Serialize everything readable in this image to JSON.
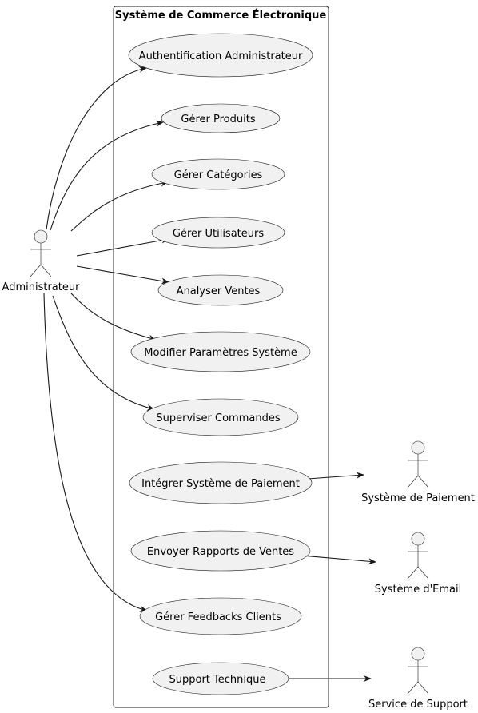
{
  "system": {
    "title": "Système de Commerce Électronique"
  },
  "actors": {
    "admin": "Administrateur",
    "payment": "Système de Paiement",
    "email": "Système d'Email",
    "support": "Service de Support"
  },
  "use_cases": [
    "Authentification Administrateur",
    "Gérer Produits",
    "Gérer Catégories",
    "Gérer Utilisateurs",
    "Analyser Ventes",
    "Modifier Paramètres Système",
    "Superviser Commandes",
    "Intégrer Système de Paiement",
    "Envoyer Rapports de Ventes",
    "Gérer Feedbacks Clients",
    "Support Technique"
  ],
  "colors": {
    "line": "#181818",
    "fill": "#f1f1f1"
  }
}
